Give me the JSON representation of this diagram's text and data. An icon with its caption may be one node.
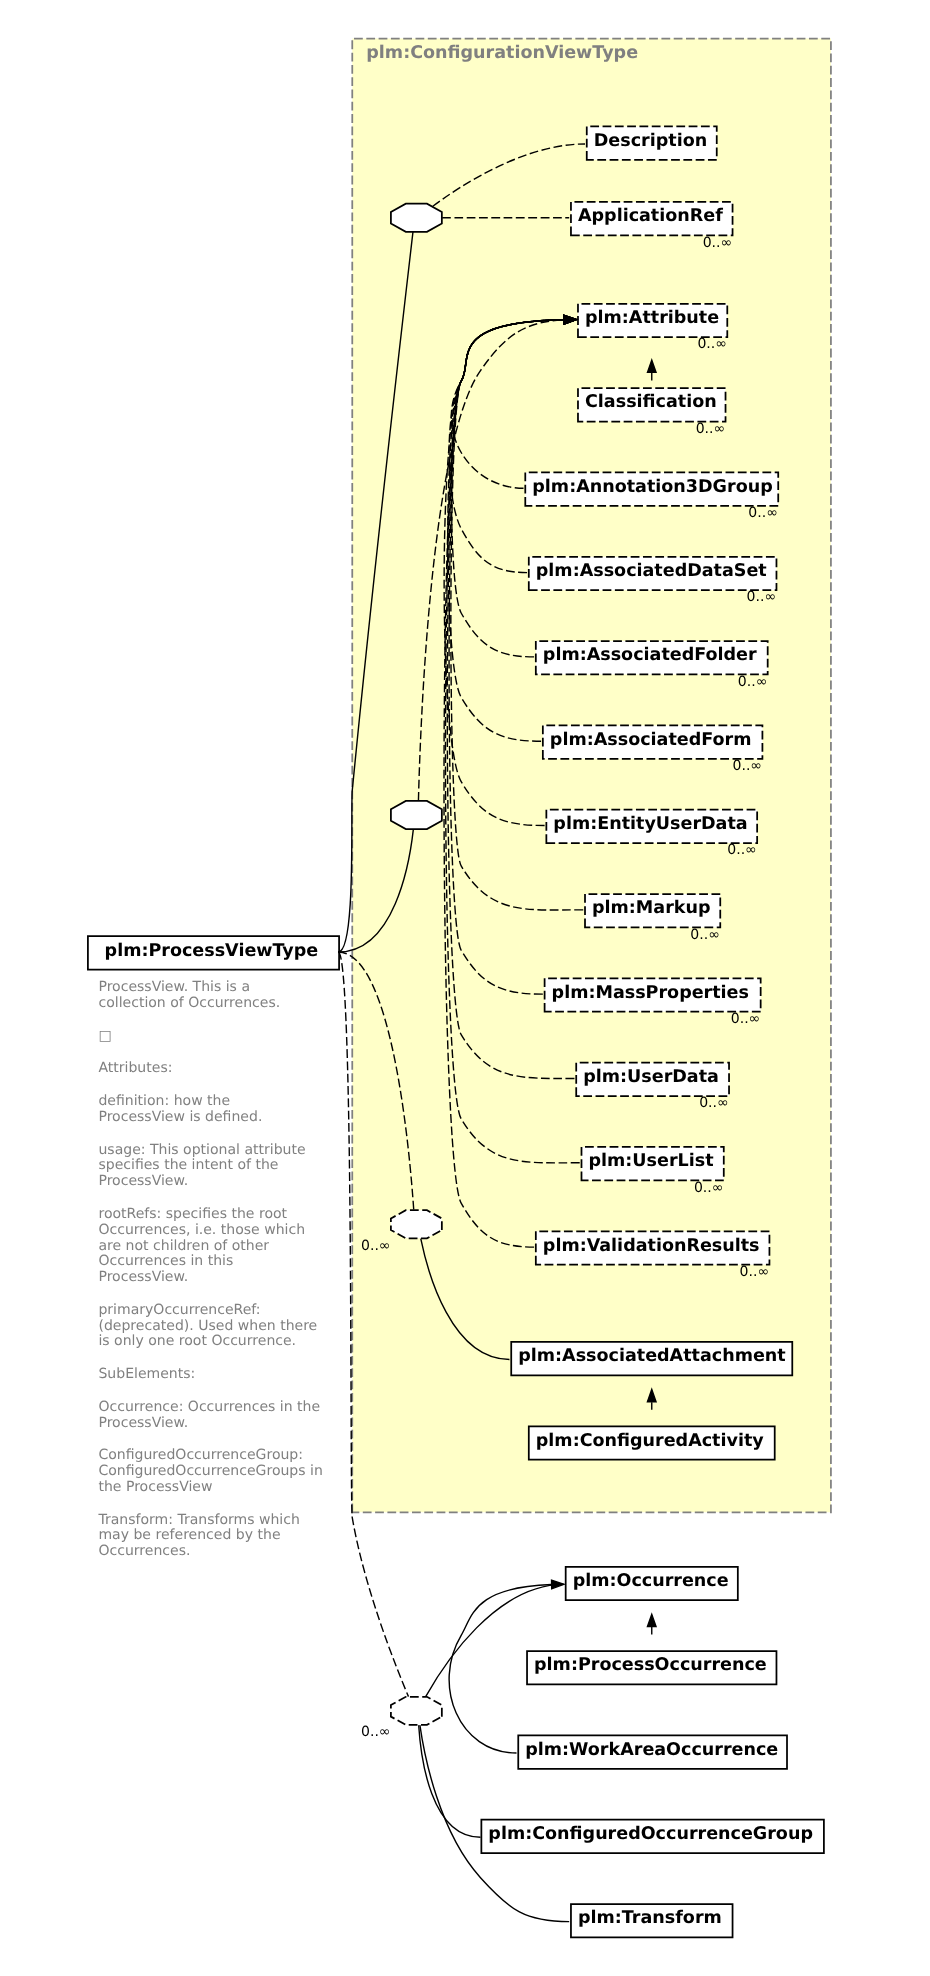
{
  "diagram": {
    "nodes": [
      {
        "text": [
          "plm:ProcessViewType"
        ],
        "beside": [
          "ProcessView. This is a collection of Occurrences.",
          "□",
          "Attributes:",
          "definition: how the ProcessView is defined.",
          "usage: This optional attribute specifies the intent of the ProcessView.",
          "rootRefs: specifies the root Occurrences, i.e. those which are not children of other Occurrences in this ProcessView.",
          "primaryOccurrenceRef: (deprecated). Used when there is only one root Occurrence.",
          "SubElements:",
          "Occurrence: Occurrences in the ProcessView.",
          "ConfiguredOccurrenceGroup: ConfiguredOccurrenceGroups in the ProcessView",
          "Transform: Transforms which may be referenced by the Occurrences."
        ]
      },
      {
        "text": [
          "plm:ConfigurationViewType"
        ]
      },
      {
        "text": [],
        "shape": "octagon",
        "in": 1
      },
      {
        "text": [
          "Description"
        ],
        "in": 1
      },
      {
        "text": [
          "ApplicationRef"
        ],
        "beside": [
          "0..∞"
        ],
        "in": 1
      },
      {
        "text": [],
        "shape": "octagon",
        "in": 1
      },
      {
        "text": [
          "plm:Attribute"
        ],
        "beside": [
          "0..∞"
        ],
        "in": 1
      },
      {
        "text": [
          "Classification"
        ],
        "beside": [
          "0..∞"
        ],
        "in": 1
      },
      {
        "text": [
          "plm:Annotation3DGroup"
        ],
        "beside": [
          "0..∞"
        ],
        "in": 1
      },
      {
        "text": [
          "plm:AssociatedDataSet"
        ],
        "beside": [
          "0..∞"
        ],
        "in": 1
      },
      {
        "text": [
          "plm:AssociatedFolder"
        ],
        "beside": [
          "0..∞"
        ],
        "in": 1
      },
      {
        "text": [
          "plm:AssociatedForm"
        ],
        "beside": [
          "0..∞"
        ],
        "in": 1
      },
      {
        "text": [
          "plm:EntityUserData"
        ],
        "beside": [
          "0..∞"
        ],
        "in": 1
      },
      {
        "text": [
          "plm:Markup"
        ],
        "beside": [
          "0..∞"
        ],
        "in": 1
      },
      {
        "text": [
          "plm:MassProperties"
        ],
        "beside": [
          "0..∞"
        ],
        "in": 1
      },
      {
        "text": [
          "plm:UserData"
        ],
        "beside": [
          "0..∞"
        ],
        "in": 1
      },
      {
        "text": [
          "plm:UserList"
        ],
        "beside": [
          "0..∞"
        ],
        "in": 1
      },
      {
        "text": [
          "plm:ValidationResults"
        ],
        "beside": [
          "0..∞"
        ],
        "in": 1
      },
      {
        "text": [],
        "shape": "octagon",
        "beside": [
          "0..∞"
        ],
        "in": 1
      },
      {
        "text": [
          "plm:AssociatedAttachment"
        ],
        "in": 1
      },
      {
        "text": [
          "plm:ConfiguredActivity"
        ],
        "in": 1
      },
      {
        "text": [],
        "shape": "octagon",
        "beside": [
          "0..∞"
        ]
      },
      {
        "text": [
          "plm:Occurrence"
        ]
      },
      {
        "text": [
          "plm:ProcessOccurrence"
        ]
      },
      {
        "text": [
          "plm:WorkAreaOccurrence"
        ]
      },
      {
        "text": [
          "plm:ConfiguredOccurrenceGroup"
        ]
      },
      {
        "text": [
          "plm:Transform"
        ]
      }
    ],
    "edges": [
      {
        "from": 0,
        "to": 2,
        "arrow": "none"
      },
      {
        "from": 0,
        "to": 5,
        "arrow": "none"
      },
      {
        "from": 0,
        "to": 18,
        "arrow": "none",
        "style": "dashed"
      },
      {
        "from": 0,
        "to": 21,
        "arrow": "none",
        "style": "dashed"
      },
      {
        "from": 2,
        "to": 3,
        "arrow": "none",
        "style": "dashed"
      },
      {
        "from": 2,
        "to": 4,
        "arrow": "none",
        "style": "dashed"
      },
      {
        "from": 5,
        "to": 6,
        "arrow": "none",
        "style": "dashed"
      },
      {
        "from": 7,
        "to": 6,
        "arrow": "to",
        "style": "dashed"
      },
      {
        "from": 8,
        "to": 6,
        "arrow": "to",
        "style": "dashed"
      },
      {
        "from": 9,
        "to": 6,
        "arrow": "to",
        "style": "dashed"
      },
      {
        "from": 10,
        "to": 6,
        "arrow": "to",
        "style": "dashed"
      },
      {
        "from": 11,
        "to": 6,
        "arrow": "to",
        "style": "dashed"
      },
      {
        "from": 12,
        "to": 6,
        "arrow": "to",
        "style": "dashed"
      },
      {
        "from": 13,
        "to": 6,
        "arrow": "to",
        "style": "dashed"
      },
      {
        "from": 14,
        "to": 6,
        "arrow": "to",
        "style": "dashed"
      },
      {
        "from": 15,
        "to": 6,
        "arrow": "to",
        "style": "dashed"
      },
      {
        "from": 16,
        "to": 6,
        "arrow": "to",
        "style": "dashed"
      },
      {
        "from": 17,
        "to": 6,
        "arrow": "to",
        "style": "dashed"
      },
      {
        "from": 18,
        "to": 19,
        "arrow": "none"
      },
      {
        "from": 20,
        "to": 19,
        "arrow": "to"
      },
      {
        "from": 21,
        "to": 22,
        "arrow": "none"
      },
      {
        "from": 23,
        "to": 22,
        "arrow": "to"
      },
      {
        "from": 24,
        "to": 22,
        "arrow": "to"
      },
      {
        "from": 21,
        "to": 25,
        "arrow": "none"
      },
      {
        "from": 21,
        "to": 26,
        "arrow": "none"
      }
    ]
  }
}
